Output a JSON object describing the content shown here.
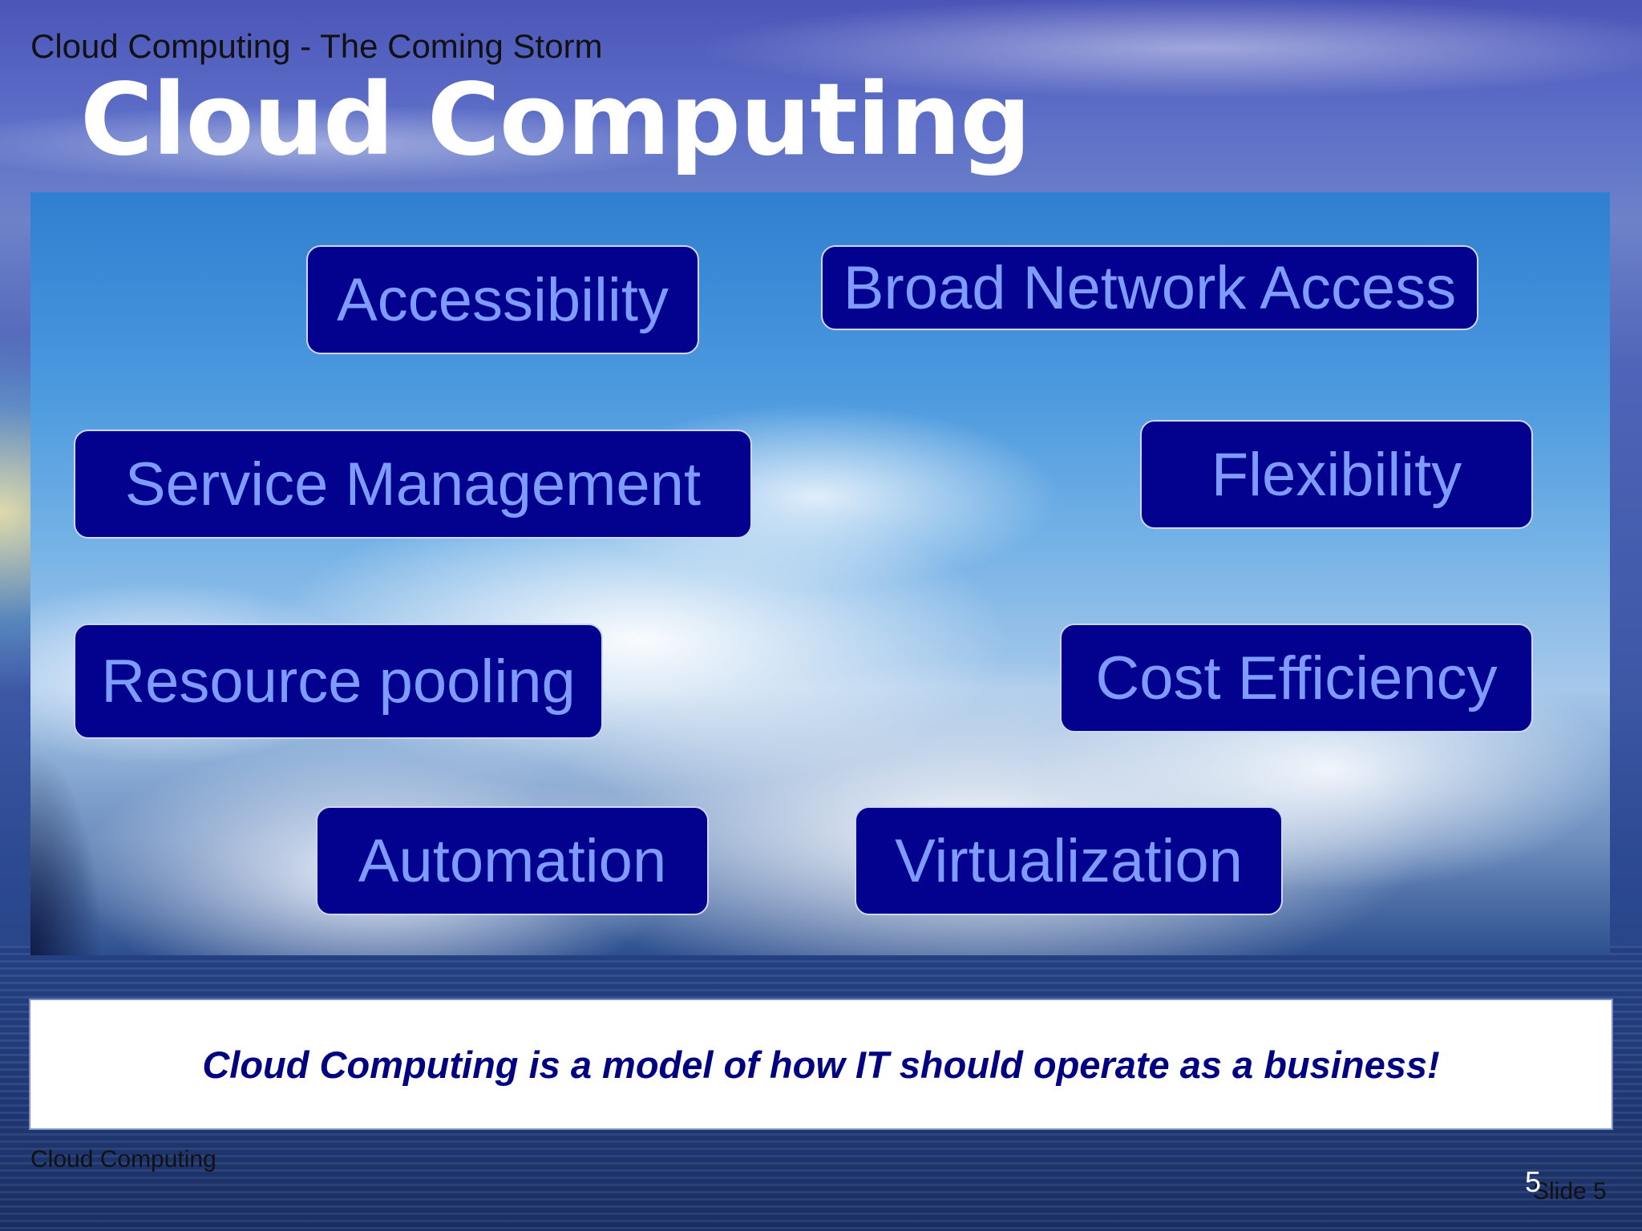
{
  "slide": {
    "header": "Cloud Computing - The Coming Storm",
    "title": "Cloud Computing",
    "features": [
      "Accessibility",
      "Broad Network Access",
      "Service Management",
      "Flexibility",
      "Resource pooling",
      "Cost Efficiency",
      "Automation",
      "Virtualization"
    ],
    "banner": "Cloud Computing is a model of how IT should operate as a business!",
    "footer": "Cloud Computing",
    "slide_label": "Slide 5",
    "page_number": "5"
  },
  "colors": {
    "box_fill": "#02028e",
    "box_text": "#7e9bff",
    "banner_text": "#000080"
  }
}
